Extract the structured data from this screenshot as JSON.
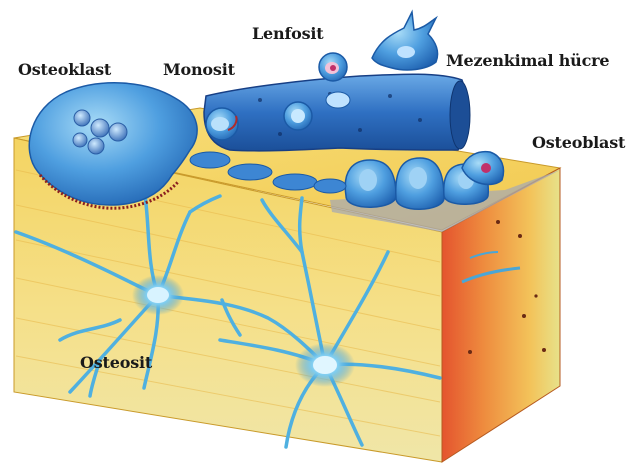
{
  "labels": {
    "osteoklast": "Osteoklast",
    "monosit": "Monosit",
    "lenfosit": "Lenfosit",
    "mezenkimal": "Mezenkimal hücre",
    "osteoblast": "Osteoblast",
    "osteosit": "Osteosit"
  },
  "colors": {
    "bone_top": "#f6dc74",
    "bone_front": "#f2cf5a",
    "bone_side": "#e8743a",
    "cell_blue": "#2f7fd0",
    "cell_light": "#8fc8ef",
    "vessel": "#3e7fc8",
    "canaliculi": "#58b6e2"
  }
}
